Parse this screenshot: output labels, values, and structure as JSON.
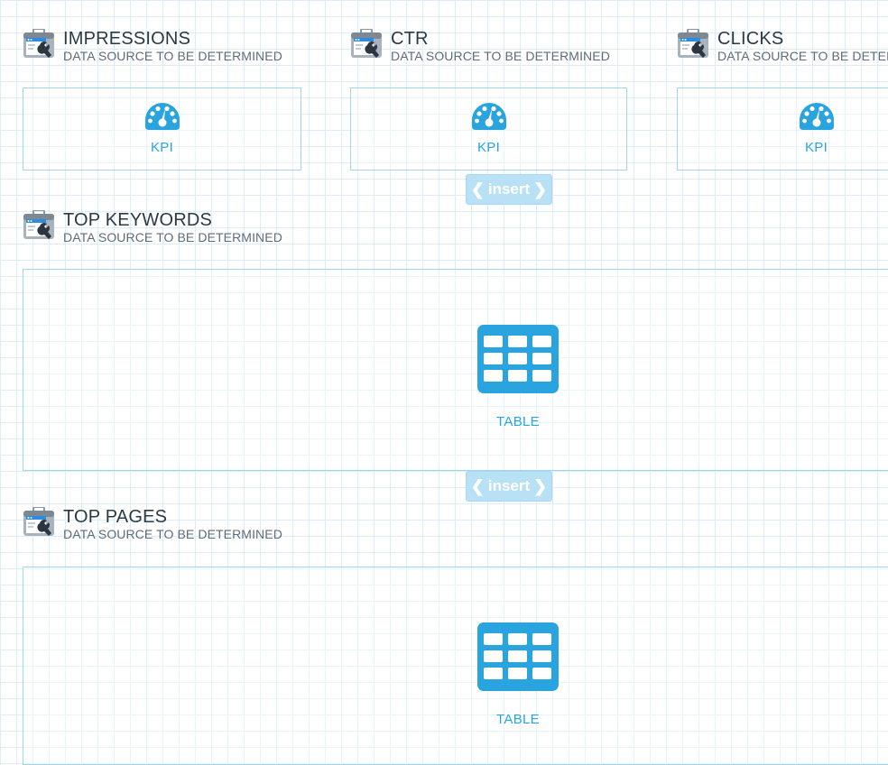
{
  "widgets": {
    "impressions": {
      "title": "IMPRESSIONS",
      "subtitle": "DATA SOURCE TO BE DETERMINED",
      "type_label": "KPI",
      "icon": "gauge-icon"
    },
    "ctr": {
      "title": "CTR",
      "subtitle": "DATA SOURCE TO BE DETERMINED",
      "type_label": "KPI",
      "icon": "gauge-icon"
    },
    "clicks": {
      "title": "CLICKS",
      "subtitle": "DATA SOURCE TO BE DETERMINED",
      "type_label": "KPI",
      "icon": "gauge-icon"
    },
    "top_keywords": {
      "title": "TOP KEYWORDS",
      "subtitle": "DATA SOURCE TO BE DETERMINED",
      "type_label": "TABLE",
      "icon": "table-icon"
    },
    "top_pages": {
      "title": "TOP PAGES",
      "subtitle": "DATA SOURCE TO BE DETERMINED",
      "type_label": "TABLE",
      "icon": "table-icon"
    }
  },
  "insert_buttons": [
    {
      "label": "insert"
    },
    {
      "label": "insert"
    }
  ],
  "header_icon": "datasource-toolbox-icon",
  "colors": {
    "accent": "#29a4df",
    "title_text": "#2b3945",
    "subtitle_text": "#5f6b78",
    "panel_border": "#9fd5ee",
    "grid": "#dbeef8",
    "insert_bg": "#b9e1f6"
  }
}
